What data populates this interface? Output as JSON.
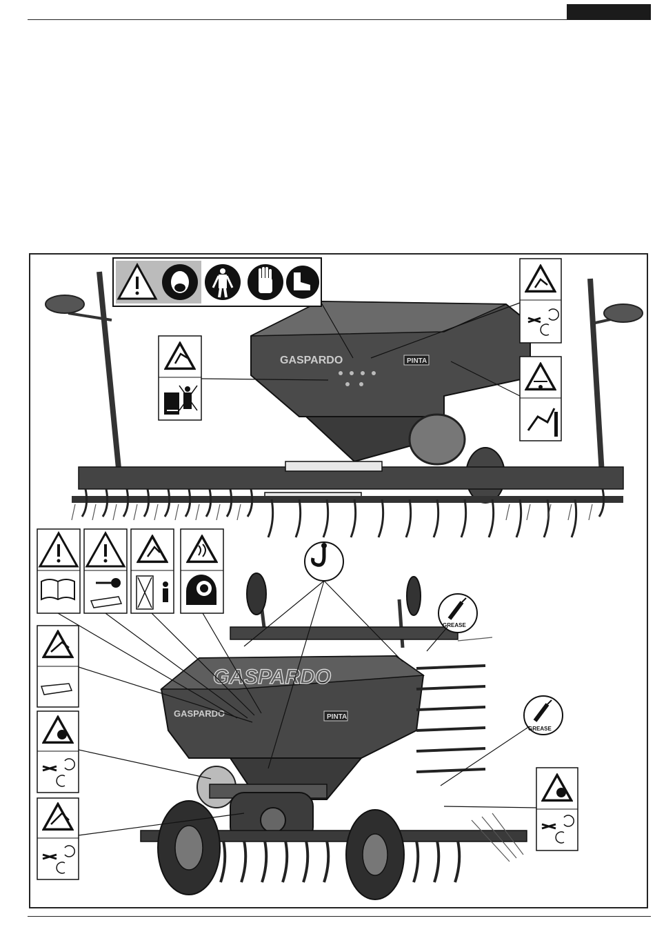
{
  "figure": {
    "brand_name": "GASPARDO",
    "model_plate": "PINTA",
    "grease_label_1": "GREASE",
    "grease_label_2": "GREASE",
    "icons": {
      "ppe": [
        "warning-triangle-icon",
        "respirator-mask-icon",
        "protective-suit-icon",
        "protective-gloves-icon",
        "safety-boots-icon"
      ],
      "manual": [
        "warning-triangle-icon",
        "read-manual-book-icon"
      ],
      "key": [
        "warning-triangle-icon",
        "remove-key-icon"
      ],
      "crush": [
        "crush-hazard-icon",
        "keep-distance-icon"
      ],
      "noise": [
        "noise-warning-icon",
        "hearing-protection-icon"
      ],
      "lift": "lifting-hook-icon",
      "grease": "grease-gun-icon"
    },
    "colors": {
      "ink": "#111111",
      "machine_dark": "#3a3a3a",
      "machine_mid": "#6e6e6e",
      "paper": "#ffffff"
    }
  }
}
